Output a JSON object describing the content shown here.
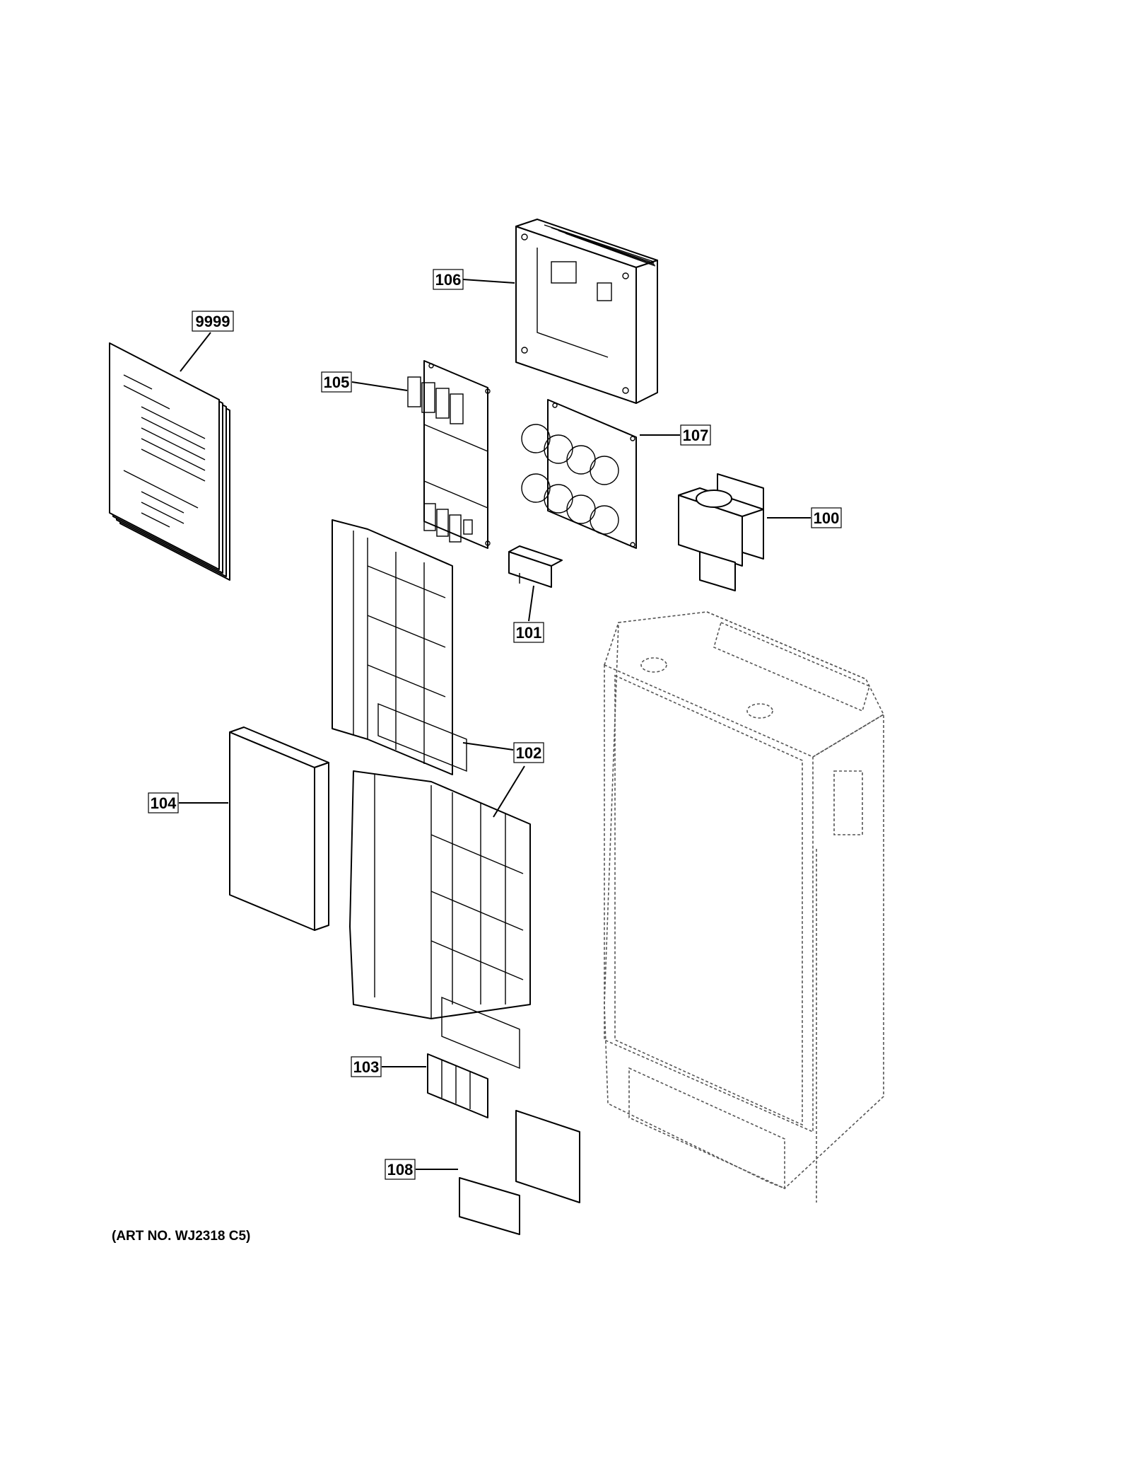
{
  "callouts": [
    {
      "id": "c9999",
      "label": "9999"
    },
    {
      "id": "c106",
      "label": "106"
    },
    {
      "id": "c105",
      "label": "105"
    },
    {
      "id": "c107",
      "label": "107"
    },
    {
      "id": "c100",
      "label": "100"
    },
    {
      "id": "c101",
      "label": "101"
    },
    {
      "id": "c102",
      "label": "102"
    },
    {
      "id": "c104",
      "label": "104"
    },
    {
      "id": "c103",
      "label": "103"
    },
    {
      "id": "c108",
      "label": "108"
    }
  ],
  "art_number": "(ART NO. WJ2318 C5)"
}
